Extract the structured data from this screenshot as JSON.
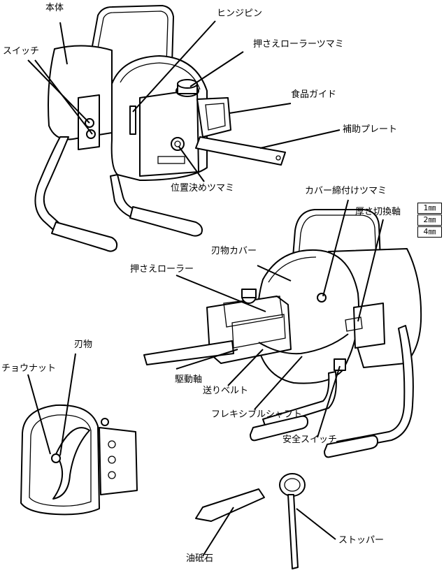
{
  "labels": {
    "hontai": "本体",
    "switch": "スイッチ",
    "hinge_pin": "ヒンジピン",
    "press_roller_knob": "押さえローラーツマミ",
    "food_guide": "食品ガイド",
    "aux_plate": "補助プレート",
    "position_knob": "位置決めツマミ",
    "cover_knob": "カバー締付けツマミ",
    "thickness_shaft": "厚さ切換軸",
    "blade_cover": "刃物カバー",
    "press_roller": "押さえローラー",
    "drive_shaft": "駆動軸",
    "feed_belt": "送りベルト",
    "flexible_shaft": "フレキシブルシャフト",
    "safety_switch": "安全スイッチ",
    "blade": "刃物",
    "wing_nut": "チョウナット",
    "whetstone": "油砥石",
    "stopper": "ストッパー"
  },
  "thickness_options": [
    "1㎜",
    "2㎜",
    "4㎜"
  ]
}
